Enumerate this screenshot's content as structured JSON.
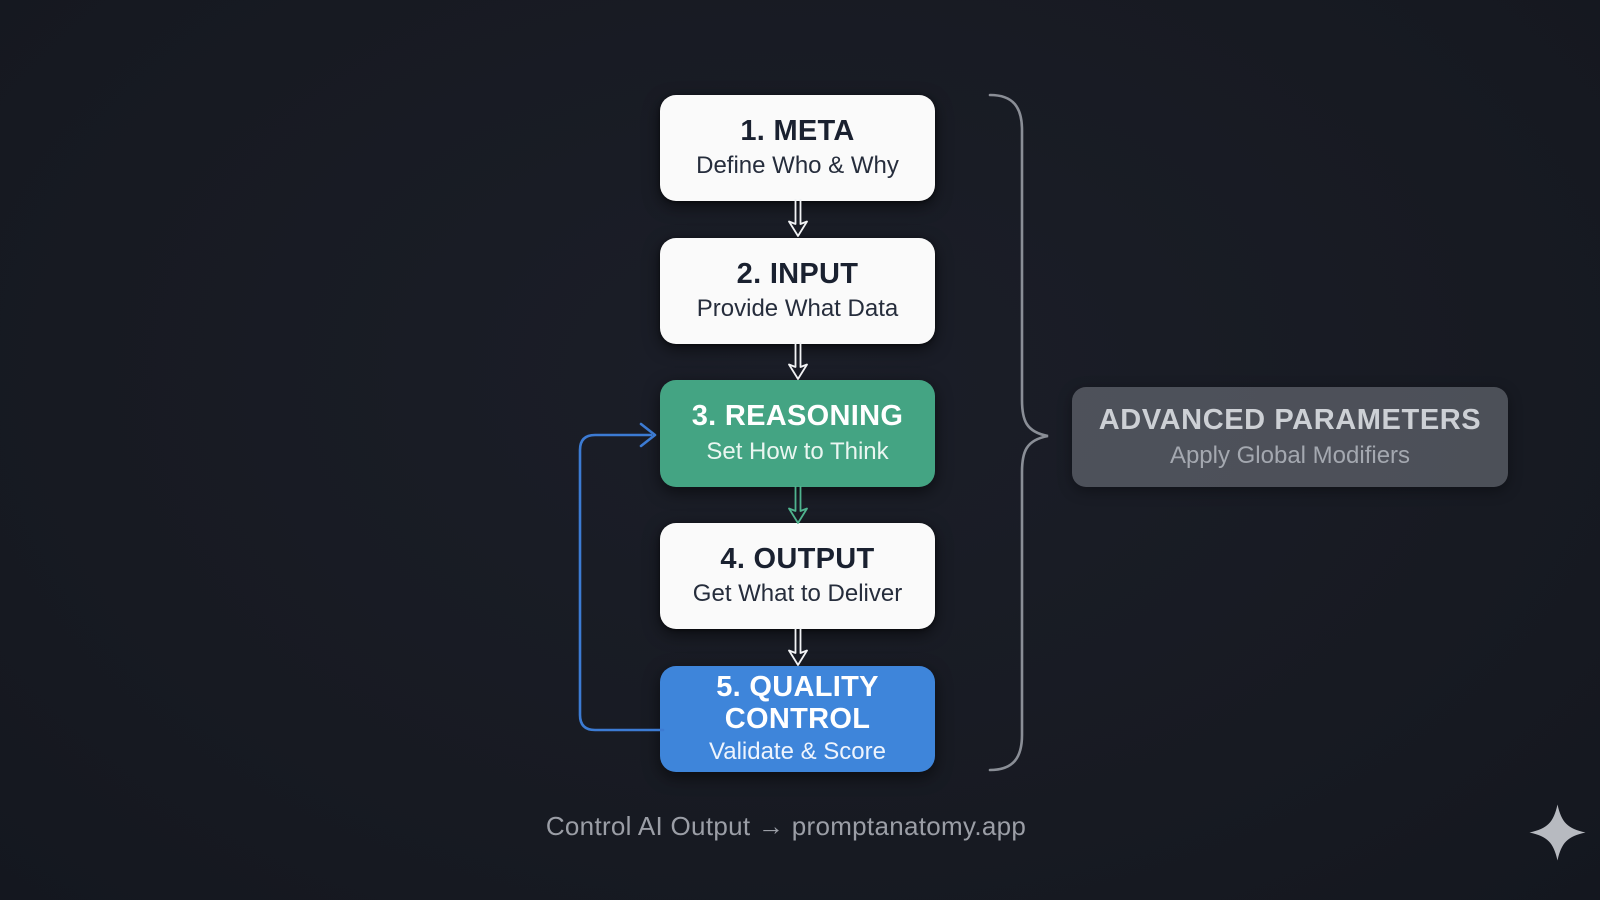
{
  "flowchart": {
    "steps": [
      {
        "id": "meta",
        "title": "1. META",
        "subtitle": "Define Who & Why",
        "variant": "white"
      },
      {
        "id": "input",
        "title": "2. INPUT",
        "subtitle": "Provide What Data",
        "variant": "white"
      },
      {
        "id": "reasoning",
        "title": "3. REASONING",
        "subtitle": "Set How to Think",
        "variant": "green"
      },
      {
        "id": "output",
        "title": "4. OUTPUT",
        "subtitle": "Get What to Deliver",
        "variant": "white"
      },
      {
        "id": "quality-control",
        "title": "5. QUALITY CONTROL",
        "subtitle": "Validate & Score",
        "variant": "blue"
      }
    ],
    "connectors": [
      {
        "from": "meta",
        "to": "input",
        "color": "white"
      },
      {
        "from": "input",
        "to": "reasoning",
        "color": "white"
      },
      {
        "from": "reasoning",
        "to": "output",
        "color": "green"
      },
      {
        "from": "output",
        "to": "quality-control",
        "color": "white"
      },
      {
        "from": "quality-control",
        "to": "reasoning",
        "color": "blue",
        "type": "feedback-loop"
      }
    ]
  },
  "side_panel": {
    "title": "ADVANCED PARAMETERS",
    "subtitle": "Apply Global Modifiers"
  },
  "footer": {
    "text": "Control AI Output → promptanatomy.app"
  },
  "icons": {
    "sparkle": "four-point-sparkle"
  },
  "colors": {
    "background": "#171a22",
    "box_white": "#fafafa",
    "box_green": "#44a483",
    "box_blue": "#3e85da",
    "arrow_white": "#f2f3f5",
    "arrow_green": "#4fb38e",
    "loop_blue": "#3c7bd3",
    "brace_gray": "#8a8e96",
    "panel_gray": "#8d929b",
    "footer_text": "#9b9ea6",
    "dark_text": "#1a2130"
  }
}
